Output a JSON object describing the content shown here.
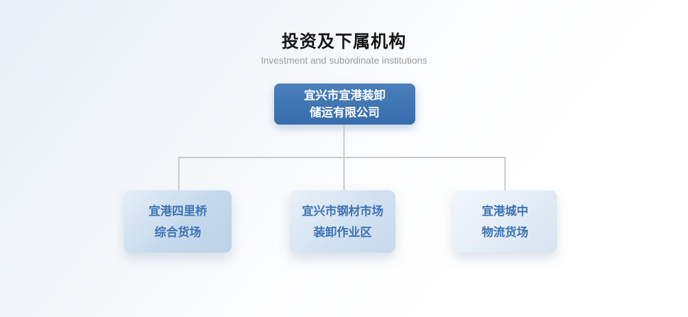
{
  "page": {
    "title": "投资及下属机构",
    "subtitle": "Investment and subordinate institutions"
  },
  "colors": {
    "title_text": "#161616",
    "subtitle_text": "#9c9c9c",
    "root_box_bg": "#3a74b5",
    "root_box_text": "#ffffff",
    "child_text": "#3b72b4",
    "child_box_bgs": [
      "#c5d9ec",
      "#d2e1f1",
      "#e2ecf6"
    ],
    "connector": "#cbcbcb"
  },
  "org": {
    "root": {
      "line1": "宜兴市宜港装卸",
      "line2": "储运有限公司"
    },
    "children": [
      {
        "line1": "宜港四里桥",
        "line2": "综合货场"
      },
      {
        "line1": "宜兴市钢材市场",
        "line2": "装卸作业区"
      },
      {
        "line1": "宜港城中",
        "line2": "物流货场"
      }
    ]
  }
}
